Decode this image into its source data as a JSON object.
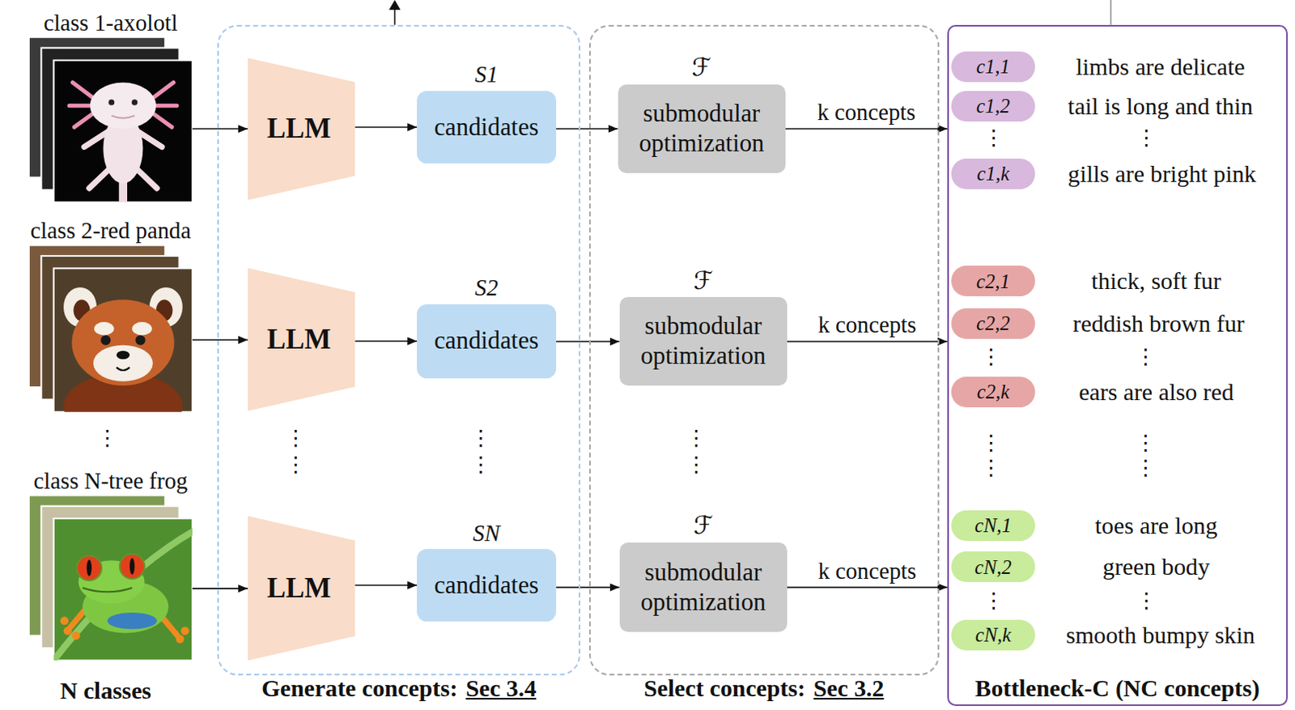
{
  "diagram": {
    "nodes": [
      {
        "text": [
          "class 1-axolotl"
        ]
      },
      {
        "text": [
          "class 2-red panda"
        ]
      },
      {
        "text": [
          "class N-tree frog"
        ]
      },
      {
        "text": [
          "Generate concepts:",
          "Sec 3.4"
        ]
      },
      {
        "text": [
          "LLM"
        ],
        "in": 3
      },
      {
        "text": [
          "S1",
          "candidates"
        ],
        "in": 3
      },
      {
        "text": [
          "LLM"
        ],
        "in": 3
      },
      {
        "text": [
          "S2",
          "candidates"
        ],
        "in": 3
      },
      {
        "text": [
          "LLM"
        ],
        "in": 3
      },
      {
        "text": [
          "SN",
          "candidates"
        ],
        "in": 3
      },
      {
        "text": [
          "Select concepts:",
          "Sec 3.2"
        ]
      },
      {
        "text": [
          "ℱ",
          "submodular optimization"
        ],
        "in": 10
      },
      {
        "text": [
          "ℱ",
          "submodular optimization"
        ],
        "in": 10
      },
      {
        "text": [
          "ℱ",
          "submodular optimization"
        ],
        "in": 10
      },
      {
        "text": [
          "Bottleneck-C (NC concepts)"
        ]
      },
      {
        "text": [
          "c1,1"
        ],
        "in": 14
      },
      {
        "text": [
          "c1,2"
        ],
        "in": 14
      },
      {
        "text": [
          "c1,k"
        ],
        "in": 14
      },
      {
        "text": [
          "c2,1"
        ],
        "in": 14
      },
      {
        "text": [
          "c2,2"
        ],
        "in": 14
      },
      {
        "text": [
          "c2,k"
        ],
        "in": 14
      },
      {
        "text": [
          "cN,1"
        ],
        "in": 14
      },
      {
        "text": [
          "cN,2"
        ],
        "in": 14
      },
      {
        "text": [
          "cN,k"
        ],
        "in": 14
      }
    ],
    "edges": [
      {
        "from": 0,
        "to": 4,
        "arrow": "to"
      },
      {
        "from": 4,
        "to": 5,
        "arrow": "to"
      },
      {
        "from": 5,
        "to": 11,
        "arrow": "to"
      },
      {
        "from": 11,
        "to": 14,
        "arrow": "to",
        "label": "k concepts"
      },
      {
        "from": 1,
        "to": 6,
        "arrow": "to"
      },
      {
        "from": 6,
        "to": 7,
        "arrow": "to"
      },
      {
        "from": 7,
        "to": 12,
        "arrow": "to"
      },
      {
        "from": 12,
        "to": 14,
        "arrow": "to",
        "label": "k concepts"
      },
      {
        "from": 2,
        "to": 8,
        "arrow": "to"
      },
      {
        "from": 8,
        "to": 9,
        "arrow": "to"
      },
      {
        "from": 9,
        "to": 13,
        "arrow": "to"
      },
      {
        "from": 13,
        "to": 14,
        "arrow": "to",
        "label": "k concepts"
      }
    ],
    "labels": [
      "N classes",
      "⋮",
      "⋮",
      "⋮",
      "⋮",
      "⋮",
      "⋮",
      "⋮",
      "limbs are delicate",
      "tail is long and thin",
      "⋮",
      "⋮",
      "gills are bright pink",
      "thick, soft fur",
      "reddish brown fur",
      "⋮",
      "⋮",
      "ears are also red",
      "⋮",
      "⋮",
      "⋮",
      "⋮",
      "toes are long",
      "green body",
      "⋮",
      "⋮",
      "smooth bumpy skin"
    ]
  }
}
